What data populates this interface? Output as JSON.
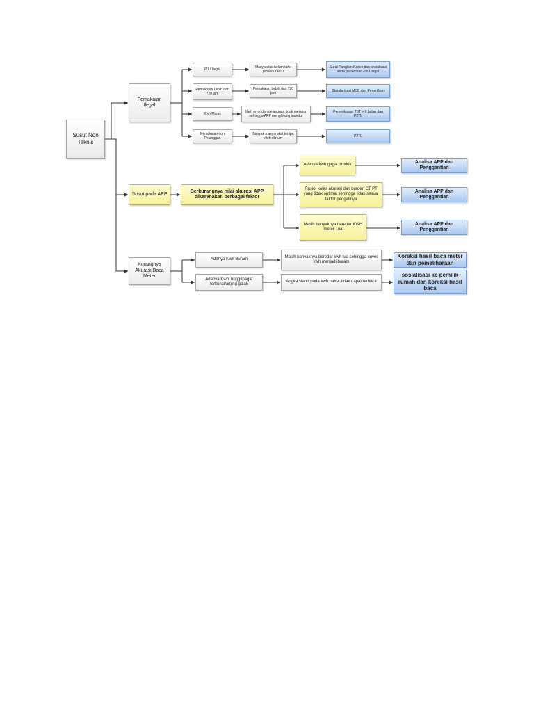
{
  "root": {
    "label": "Susut Non Teknis"
  },
  "branch1": {
    "label": "Pemakaian Ilegal",
    "rows": [
      {
        "cause": "PJU Ilegal",
        "effect": "Masyarakat belum tahu prosedur PJU",
        "action": "Surat Pangilan Kades dan sosialisasi serta penertiban PJU Ilegal"
      },
      {
        "cause": "Pemakaian Lebih dari 720 jam",
        "effect": "Pemakaian Lebih dari 720 jam",
        "action": "Standarisasi MCB dan Penertiban"
      },
      {
        "cause": "Kwh Minus",
        "effect": "Kwh error dan pelanggan tidak melapor sehingga APP menghitung mundur",
        "action": "Pemeriksaan TBT > 6 bulan dan P2TL"
      },
      {
        "cause": "Pemakaian non Pelanggan",
        "effect": "Banyak masyarakat tertipu oleh oknum",
        "action": "P2TL"
      }
    ]
  },
  "branch2": {
    "label": "Susut pada APP",
    "middle": "Berkurangnya nilai akurasi APP dikarenakan berbagai faktor",
    "rows": [
      {
        "cause": "Adanya kwh gagal produk",
        "action": "Analisa APP dan Penggantian"
      },
      {
        "cause": "Rasio, kelas akurasi dan burden CT PT yang tidak optimal sehingga tidak sesuai faktor pengalinya",
        "action": "Analisa APP dan Penggantian"
      },
      {
        "cause": "Masih banyaknya beredar KWH meter Tua",
        "action": "Analisa APP dan Penggantian"
      }
    ]
  },
  "branch3": {
    "label": "Kurangnya Akurasi Baca Meter",
    "rows": [
      {
        "cause": "Adanya Kwh Buram",
        "effect": "Masih banyaknya beredar kwh tua sehingga cover kwh menjadi buram",
        "action": "Koreksi hasil baca meter dan pemeliharaan"
      },
      {
        "cause": "Adanya Kwh Tinggi/pagar terkunci/anjing galak",
        "effect": "Angka stand pada kwh meter tidak dapat terbaca",
        "action": "sosialisasi ke pemilik rumah dan koreksi hasil baca"
      }
    ]
  },
  "colors": {
    "connector": "#333333",
    "yellow": "#f6f199",
    "blue": "#a9c8ef"
  }
}
